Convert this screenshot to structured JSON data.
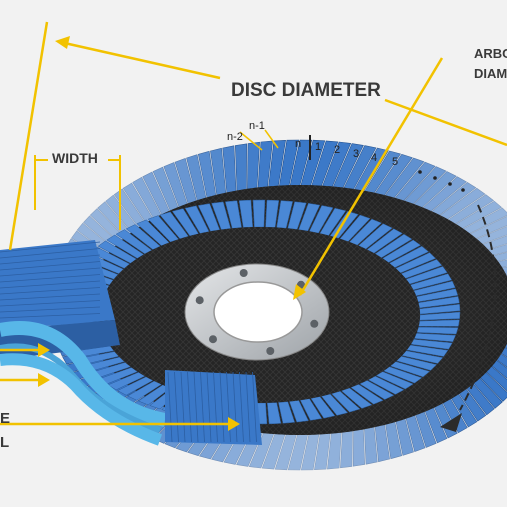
{
  "labels": {
    "disc_diameter": "DISC DIAMETER",
    "width": "WIDTH",
    "arbor_line1": "ARBO",
    "arbor_line2": "DIAM",
    "left_fragment_1": "E",
    "left_fragment_2": "L"
  },
  "flap_numbers": [
    "n-1",
    "n-2",
    "n",
    "1",
    "2",
    "3",
    "4",
    "5"
  ],
  "colors": {
    "accent": "#f2c200",
    "flap_blue": "#3a78c8",
    "backing_dark": "#2a2a2a",
    "hub_ring": "#bfc3c8",
    "hose_blue": "#58b7e8",
    "arrow_dark": "#2b2b2b"
  }
}
